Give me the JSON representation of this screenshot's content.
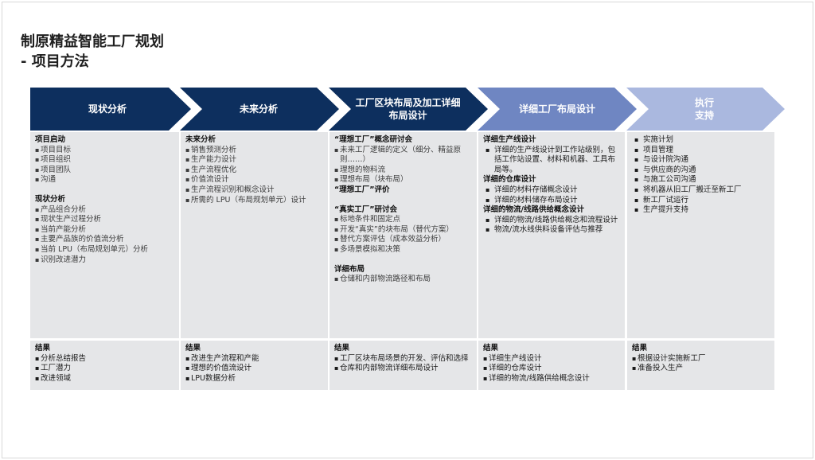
{
  "title": {
    "line1": "制原精益智能工厂规划",
    "line2": "- 项目方法"
  },
  "colors": {
    "dark_blue": "#0d2f5e",
    "mid_blue": "#6f86c2",
    "light_blue": "#aab8df",
    "panel": "#e5e6e8"
  },
  "phases": [
    {
      "label": "现状分析"
    },
    {
      "label": "未来分析"
    },
    {
      "label": "工厂区块布局及加工详细\n布局设计"
    },
    {
      "label": "详细工厂布局设计"
    },
    {
      "label": "执行\n支持"
    }
  ],
  "columns": [
    {
      "sections": [
        {
          "heading": "项目启动",
          "items": [
            "项目目标",
            "项目组织",
            "项目团队",
            "沟通"
          ]
        },
        {
          "heading": "现状分析",
          "items": [
            "产品组合分析",
            "现状生产过程分析",
            "当前产能分析",
            "主要产品族的价值流分析",
            "当前 LPU（布局规划单元）分析",
            "识别改进潜力"
          ]
        }
      ],
      "result": {
        "heading": "结果",
        "items": [
          "分析总结报告",
          "工厂潜力",
          "改进领域"
        ]
      }
    },
    {
      "sections": [
        {
          "heading": "未来分析",
          "items": [
            "销售预测分析",
            "生产能力设计",
            "生产流程优化",
            "价值流设计",
            "生产流程识别和概念设计",
            "所需的 LPU（布局规划单元）设计"
          ]
        }
      ],
      "result": {
        "heading": "结果",
        "items": [
          "改进生产流程和产能",
          "理想的价值流设计",
          "LPU数据分析"
        ]
      }
    },
    {
      "sections": [
        {
          "heading": "“理想工厂”概念研讨会",
          "items": [
            "未来工厂逻辑的定义（细分、精益原则……）",
            "理想的物料流",
            "理想布局（块布局）"
          ]
        },
        {
          "heading": "“理想工厂”评价",
          "items": []
        },
        {
          "heading": "“真实工厂”研讨会",
          "items": [
            "标地条件和固定点",
            "开发“真实”的块布局（替代方案）",
            "替代方案评估（成本效益分析）",
            "多场景模拟和决策"
          ]
        },
        {
          "heading": "详细布局",
          "items": [
            "仓储和内部物流路径和布局"
          ]
        }
      ],
      "result": {
        "heading": "结果",
        "items": [
          "工厂区块布局场景的开发、评估和选择",
          "仓库和内部物流详细布局设计"
        ]
      }
    },
    {
      "sections": [
        {
          "heading": "详细生产线设计",
          "items": [
            "详细的生产线设计到工作站级别，包括工作站设置、材料和机器、工具布局等。"
          ]
        },
        {
          "heading": "详细的仓库设计",
          "items": [
            "详细的材料存储概念设计",
            "详细的材料储存布局设计"
          ]
        },
        {
          "heading": "详细的物流/线路供给概念设计",
          "items": [
            "详细的物流/线路供给概念和流程设计",
            "物流/流水线供料设备评估与推荐"
          ]
        }
      ],
      "result": {
        "heading": "结果",
        "items": [
          "详细生产线设计",
          "详细的仓库设计",
          "详细的物流/线路供给概念设计"
        ]
      }
    },
    {
      "sections": [
        {
          "heading": "",
          "items": [
            "实施计划",
            "项目管理",
            "与设计院沟通",
            "与供应商的沟通",
            "与施工公司沟通",
            "将机器从旧工厂搬迁至新工厂",
            "新工厂试运行",
            "生产提升支持"
          ]
        }
      ],
      "result": {
        "heading": "结果",
        "items": [
          "根据设计实施新工厂",
          "准备投入生产"
        ]
      }
    }
  ]
}
